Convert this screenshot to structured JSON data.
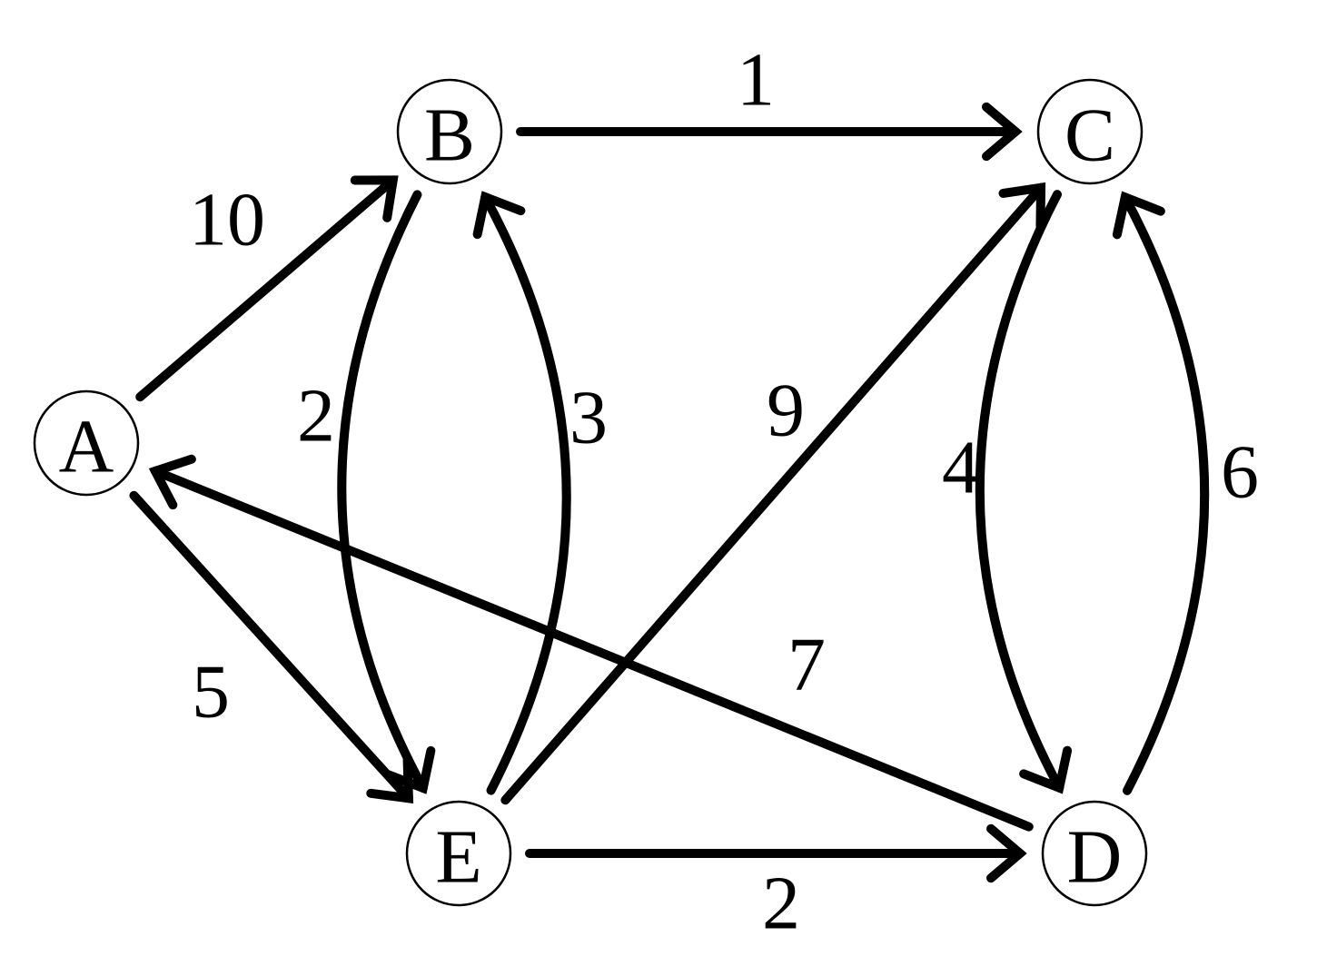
{
  "graph": {
    "directed": true,
    "nodes": [
      {
        "id": "A",
        "label": "A"
      },
      {
        "id": "B",
        "label": "B"
      },
      {
        "id": "C",
        "label": "C"
      },
      {
        "id": "D",
        "label": "D"
      },
      {
        "id": "E",
        "label": "E"
      }
    ],
    "edges": [
      {
        "from": "A",
        "to": "B",
        "weight": "10"
      },
      {
        "from": "A",
        "to": "E",
        "weight": "5"
      },
      {
        "from": "B",
        "to": "C",
        "weight": "1"
      },
      {
        "from": "B",
        "to": "E",
        "weight": "2"
      },
      {
        "from": "E",
        "to": "B",
        "weight": "3"
      },
      {
        "from": "E",
        "to": "C",
        "weight": "9"
      },
      {
        "from": "E",
        "to": "D",
        "weight": "2"
      },
      {
        "from": "C",
        "to": "D",
        "weight": "4"
      },
      {
        "from": "D",
        "to": "C",
        "weight": "6"
      },
      {
        "from": "D",
        "to": "A",
        "weight": "7"
      }
    ],
    "colors": {
      "stroke": "#000000",
      "fill": "#ffffff"
    }
  }
}
